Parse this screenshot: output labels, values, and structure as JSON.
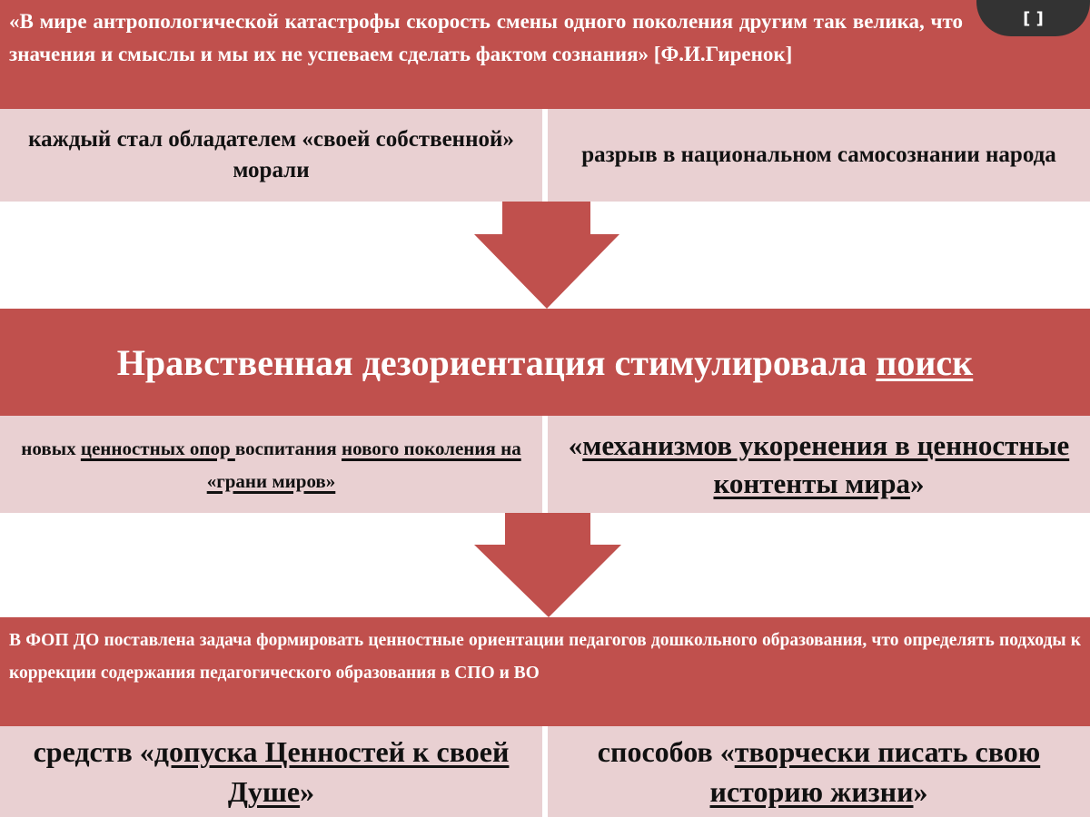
{
  "quote": {
    "text": "«В мире антропологической катастрофы скорость смены одного поколения другим так велика, что значения и смыслы и мы их не успеваем сделать фактом сознания» [Ф.И.Гиренок]"
  },
  "row1": {
    "left": "каждый стал обладателем «своей собственной» морали",
    "right": "разрыв в национальном самосознании народа"
  },
  "headline": {
    "text": "Нравственная дезориентация стимулировала ",
    "underlined": "поиск"
  },
  "row2": {
    "left_a": "новых ",
    "left_u1": "ценностных опор ",
    "left_b": "воспитания ",
    "left_u2": "нового поколения на «грани миров»",
    "right_a": "«",
    "right_u": "механизмов укоренения в ценностные контенты мира",
    "right_b": "»"
  },
  "task": {
    "text": "В ФОП ДО поставлена  задача формировать ценностные ориентации педагогов дошкольного  образования, что  определять подходы  к коррекции содержания педагогического образования в СПО и ВО"
  },
  "row3": {
    "left_a": "средств «",
    "left_u": "допуска Ценностей к своей Душе",
    "left_b": "»",
    "right_a": "способов «",
    "right_u": "творчески писать свою историю жизни",
    "right_b": "»"
  },
  "overlay": {
    "icon": "fullscreen-icon",
    "glyph": "[ ]"
  },
  "colors": {
    "band": "#c0504d",
    "cell": "#e9d0d2",
    "arrow": "#c0504d"
  }
}
